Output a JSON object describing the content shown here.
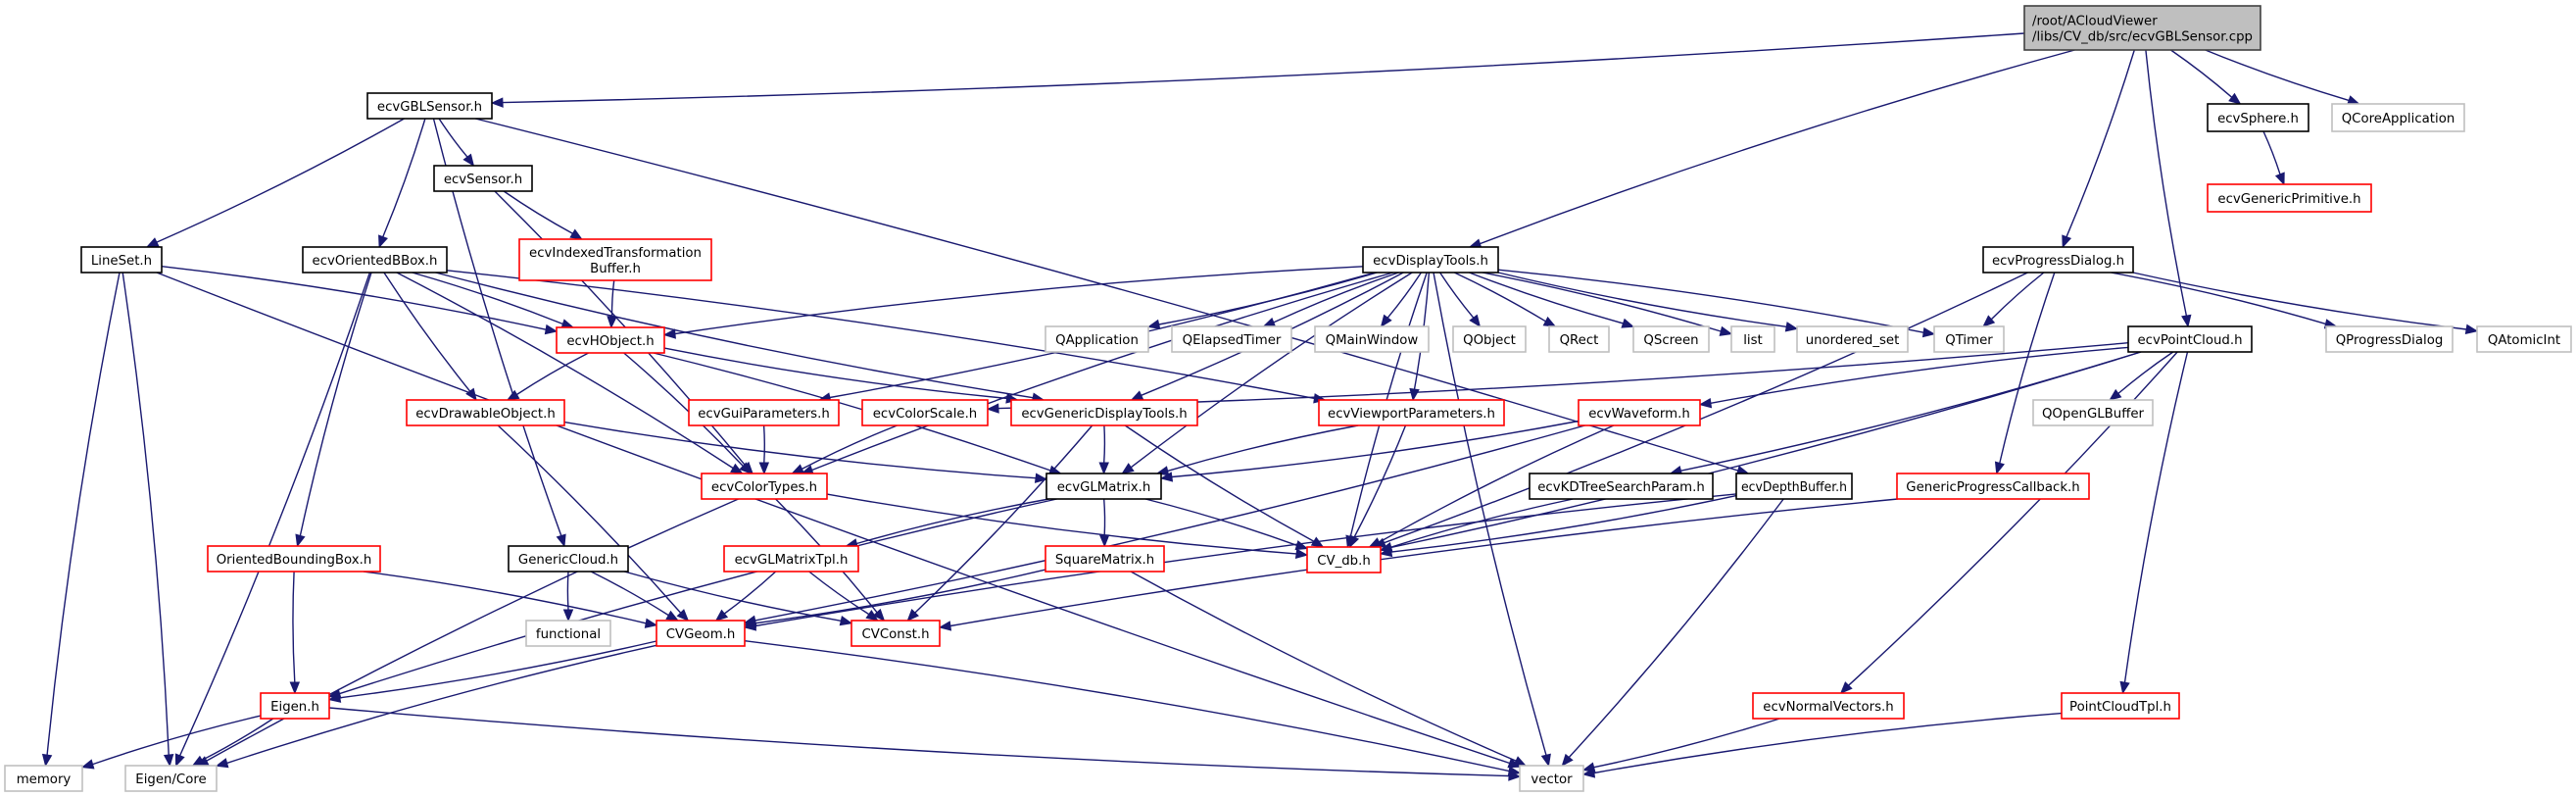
{
  "title": "Include dependency graph for ecvGBLSensor.cpp",
  "colors": {
    "edge": "#191970",
    "root_fill": "#bfbfbf",
    "root_border": "#404040",
    "documented_border": "#000000",
    "truncated_border": "#ff0000",
    "external_border": "#bfbfbf",
    "node_fill": "#ffffff"
  },
  "nodes": [
    {
      "id": "root",
      "label": [
        "/root/ACloudViewer",
        "/libs/CV_db/src/ecvGBLSensor.cpp"
      ],
      "kind": "root"
    },
    {
      "id": "ecvGBLSensor",
      "label": [
        "ecvGBLSensor.h"
      ],
      "kind": "documented"
    },
    {
      "id": "ecvSensor",
      "label": [
        "ecvSensor.h"
      ],
      "kind": "documented"
    },
    {
      "id": "LineSet",
      "label": [
        "LineSet.h"
      ],
      "kind": "documented"
    },
    {
      "id": "ecvOrientedBBox",
      "label": [
        "ecvOrientedBBox.h"
      ],
      "kind": "documented"
    },
    {
      "id": "ecvIndexedTransformationBuffer",
      "label": [
        "ecvIndexedTransformation",
        "Buffer.h"
      ],
      "kind": "truncated"
    },
    {
      "id": "ecvHObject",
      "label": [
        "ecvHObject.h"
      ],
      "kind": "truncated"
    },
    {
      "id": "ecvDrawableObject",
      "label": [
        "ecvDrawableObject.h"
      ],
      "kind": "truncated"
    },
    {
      "id": "ecvColorTypes",
      "label": [
        "ecvColorTypes.h"
      ],
      "kind": "truncated"
    },
    {
      "id": "ecvDisplayTools",
      "label": [
        "ecvDisplayTools.h"
      ],
      "kind": "documented"
    },
    {
      "id": "QApplication",
      "label": [
        "QApplication"
      ],
      "kind": "external"
    },
    {
      "id": "QElapsedTimer",
      "label": [
        "QElapsedTimer"
      ],
      "kind": "external"
    },
    {
      "id": "QMainWindow",
      "label": [
        "QMainWindow"
      ],
      "kind": "external"
    },
    {
      "id": "QObject",
      "label": [
        "QObject"
      ],
      "kind": "external"
    },
    {
      "id": "QRect",
      "label": [
        "QRect"
      ],
      "kind": "external"
    },
    {
      "id": "QScreen",
      "label": [
        "QScreen"
      ],
      "kind": "external"
    },
    {
      "id": "list",
      "label": [
        "list"
      ],
      "kind": "external"
    },
    {
      "id": "unordered_set",
      "label": [
        "unordered_set"
      ],
      "kind": "external"
    },
    {
      "id": "QTimer",
      "label": [
        "QTimer"
      ],
      "kind": "external"
    },
    {
      "id": "ecvGuiParameters",
      "label": [
        "ecvGuiParameters.h"
      ],
      "kind": "truncated"
    },
    {
      "id": "ecvColorScale",
      "label": [
        "ecvColorScale.h"
      ],
      "kind": "truncated"
    },
    {
      "id": "ecvGenericDisplayTools",
      "label": [
        "ecvGenericDisplayTools.h"
      ],
      "kind": "truncated"
    },
    {
      "id": "ecvViewportParameters",
      "label": [
        "ecvViewportParameters.h"
      ],
      "kind": "truncated"
    },
    {
      "id": "ecvGLMatrix",
      "label": [
        "ecvGLMatrix.h"
      ],
      "kind": "documented"
    },
    {
      "id": "ecvWaveform",
      "label": [
        "ecvWaveform.h"
      ],
      "kind": "truncated"
    },
    {
      "id": "ecvKDTreeSearchParam",
      "label": [
        "ecvKDTreeSearchParam.h"
      ],
      "kind": "documented"
    },
    {
      "id": "ecvDepthBuffer",
      "label": [
        "ecvDepthBuffer.h"
      ],
      "kind": "documented"
    },
    {
      "id": "CV_db",
      "label": [
        "CV_db.h"
      ],
      "kind": "truncated"
    },
    {
      "id": "ecvProgressDialog",
      "label": [
        "ecvProgressDialog.h"
      ],
      "kind": "documented"
    },
    {
      "id": "QProgressDialog",
      "label": [
        "QProgressDialog"
      ],
      "kind": "external"
    },
    {
      "id": "QAtomicInt",
      "label": [
        "QAtomicInt"
      ],
      "kind": "external"
    },
    {
      "id": "ecvPointCloud",
      "label": [
        "ecvPointCloud.h"
      ],
      "kind": "documented"
    },
    {
      "id": "QOpenGLBuffer",
      "label": [
        "QOpenGLBuffer"
      ],
      "kind": "external"
    },
    {
      "id": "GenericProgressCallback",
      "label": [
        "GenericProgressCallback.h"
      ],
      "kind": "truncated"
    },
    {
      "id": "ecvSphere",
      "label": [
        "ecvSphere.h"
      ],
      "kind": "documented"
    },
    {
      "id": "ecvGenericPrimitive",
      "label": [
        "ecvGenericPrimitive.h"
      ],
      "kind": "truncated"
    },
    {
      "id": "QCoreApplication",
      "label": [
        "QCoreApplication"
      ],
      "kind": "external"
    },
    {
      "id": "GenericCloud",
      "label": [
        "GenericCloud.h"
      ],
      "kind": "documented"
    },
    {
      "id": "functional",
      "label": [
        "functional"
      ],
      "kind": "external"
    },
    {
      "id": "OrientedBoundingBox",
      "label": [
        "OrientedBoundingBox.h"
      ],
      "kind": "truncated"
    },
    {
      "id": "ecvGLMatrixTpl",
      "label": [
        "ecvGLMatrixTpl.h"
      ],
      "kind": "truncated"
    },
    {
      "id": "SquareMatrix",
      "label": [
        "SquareMatrix.h"
      ],
      "kind": "truncated"
    },
    {
      "id": "CVGeom",
      "label": [
        "CVGeom.h"
      ],
      "kind": "truncated"
    },
    {
      "id": "CVConst",
      "label": [
        "CVConst.h"
      ],
      "kind": "truncated"
    },
    {
      "id": "Eigen",
      "label": [
        "Eigen.h"
      ],
      "kind": "truncated"
    },
    {
      "id": "memory",
      "label": [
        "memory"
      ],
      "kind": "external"
    },
    {
      "id": "EigenCore",
      "label": [
        "Eigen/Core"
      ],
      "kind": "external"
    },
    {
      "id": "vector",
      "label": [
        "vector"
      ],
      "kind": "external"
    },
    {
      "id": "ecvNormalVectors",
      "label": [
        "ecvNormalVectors.h"
      ],
      "kind": "truncated"
    },
    {
      "id": "PointCloudTpl",
      "label": [
        "PointCloudTpl.h"
      ],
      "kind": "truncated"
    }
  ],
  "edges": [
    [
      "root",
      "ecvGBLSensor"
    ],
    [
      "root",
      "ecvDisplayTools"
    ],
    [
      "root",
      "ecvProgressDialog"
    ],
    [
      "root",
      "ecvPointCloud"
    ],
    [
      "root",
      "ecvSphere"
    ],
    [
      "root",
      "QCoreApplication"
    ],
    [
      "ecvGBLSensor",
      "LineSet"
    ],
    [
      "ecvGBLSensor",
      "GenericCloud"
    ],
    [
      "ecvGBLSensor",
      "ecvOrientedBBox"
    ],
    [
      "ecvGBLSensor",
      "ecvSensor"
    ],
    [
      "ecvGBLSensor",
      "ecvDepthBuffer"
    ],
    [
      "ecvSensor",
      "ecvIndexedTransformationBuffer"
    ],
    [
      "ecvSensor",
      "ecvColorTypes"
    ],
    [
      "ecvIndexedTransformationBuffer",
      "ecvHObject"
    ],
    [
      "LineSet",
      "ecvHObject"
    ],
    [
      "LineSet",
      "memory"
    ],
    [
      "LineSet",
      "EigenCore"
    ],
    [
      "LineSet",
      "vector"
    ],
    [
      "ecvOrientedBBox",
      "ecvHObject"
    ],
    [
      "ecvOrientedBBox",
      "ecvDrawableObject"
    ],
    [
      "ecvOrientedBBox",
      "ecvColorTypes"
    ],
    [
      "ecvOrientedBBox",
      "OrientedBoundingBox"
    ],
    [
      "ecvOrientedBBox",
      "EigenCore"
    ],
    [
      "ecvOrientedBBox",
      "ecvGenericDisplayTools"
    ],
    [
      "ecvOrientedBBox",
      "ecvViewportParameters"
    ],
    [
      "ecvHObject",
      "ecvDrawableObject"
    ],
    [
      "ecvHObject",
      "ecvColorTypes"
    ],
    [
      "ecvHObject",
      "ecvGenericDisplayTools"
    ],
    [
      "ecvHObject",
      "ecvGLMatrix"
    ],
    [
      "ecvDrawableObject",
      "ecvGLMatrix"
    ],
    [
      "ecvDrawableObject",
      "CVGeom"
    ],
    [
      "ecvDisplayTools",
      "ecvHObject"
    ],
    [
      "ecvDisplayTools",
      "QApplication"
    ],
    [
      "ecvDisplayTools",
      "QElapsedTimer"
    ],
    [
      "ecvDisplayTools",
      "QMainWindow"
    ],
    [
      "ecvDisplayTools",
      "QObject"
    ],
    [
      "ecvDisplayTools",
      "QRect"
    ],
    [
      "ecvDisplayTools",
      "QScreen"
    ],
    [
      "ecvDisplayTools",
      "list"
    ],
    [
      "ecvDisplayTools",
      "unordered_set"
    ],
    [
      "ecvDisplayTools",
      "QTimer"
    ],
    [
      "ecvDisplayTools",
      "vector"
    ],
    [
      "ecvDisplayTools",
      "ecvGuiParameters"
    ],
    [
      "ecvDisplayTools",
      "ecvColorTypes"
    ],
    [
      "ecvDisplayTools",
      "ecvGenericDisplayTools"
    ],
    [
      "ecvDisplayTools",
      "ecvGLMatrix"
    ],
    [
      "ecvDisplayTools",
      "ecvViewportParameters"
    ],
    [
      "ecvDisplayTools",
      "CV_db"
    ],
    [
      "ecvGuiParameters",
      "ecvColorTypes"
    ],
    [
      "ecvColorScale",
      "ecvColorTypes"
    ],
    [
      "ecvGenericDisplayTools",
      "ecvGLMatrix"
    ],
    [
      "ecvGenericDisplayTools",
      "CV_db"
    ],
    [
      "ecvGenericDisplayTools",
      "CVConst"
    ],
    [
      "ecvViewportParameters",
      "ecvGLMatrix"
    ],
    [
      "ecvViewportParameters",
      "CV_db"
    ],
    [
      "ecvColorTypes",
      "CV_db"
    ],
    [
      "ecvColorTypes",
      "CVConst"
    ],
    [
      "ecvColorTypes",
      "EigenCore"
    ],
    [
      "ecvGLMatrix",
      "CV_db"
    ],
    [
      "ecvGLMatrix",
      "ecvGLMatrixTpl"
    ],
    [
      "ecvGLMatrix",
      "SquareMatrix"
    ],
    [
      "ecvGLMatrix",
      "Eigen"
    ],
    [
      "ecvWaveform",
      "ecvGLMatrix"
    ],
    [
      "ecvWaveform",
      "CV_db"
    ],
    [
      "ecvWaveform",
      "CVGeom"
    ],
    [
      "ecvKDTreeSearchParam",
      "CV_db"
    ],
    [
      "ecvDepthBuffer",
      "CV_db"
    ],
    [
      "ecvDepthBuffer",
      "CVGeom"
    ],
    [
      "ecvDepthBuffer",
      "vector"
    ],
    [
      "ecvProgressDialog",
      "QTimer"
    ],
    [
      "ecvProgressDialog",
      "QProgressDialog"
    ],
    [
      "ecvProgressDialog",
      "QAtomicInt"
    ],
    [
      "ecvProgressDialog",
      "CV_db"
    ],
    [
      "ecvProgressDialog",
      "GenericProgressCallback"
    ],
    [
      "ecvPointCloud",
      "ecvColorScale"
    ],
    [
      "ecvPointCloud",
      "ecvWaveform"
    ],
    [
      "ecvPointCloud",
      "ecvKDTreeSearchParam"
    ],
    [
      "ecvPointCloud",
      "QOpenGLBuffer"
    ],
    [
      "ecvPointCloud",
      "ecvNormalVectors"
    ],
    [
      "ecvPointCloud",
      "PointCloudTpl"
    ],
    [
      "ecvPointCloud",
      "CV_db"
    ],
    [
      "GenericProgressCallback",
      "CVConst"
    ],
    [
      "ecvSphere",
      "ecvGenericPrimitive"
    ],
    [
      "GenericCloud",
      "functional"
    ],
    [
      "GenericCloud",
      "CVGeom"
    ],
    [
      "GenericCloud",
      "CVConst"
    ],
    [
      "OrientedBoundingBox",
      "CVGeom"
    ],
    [
      "OrientedBoundingBox",
      "Eigen"
    ],
    [
      "ecvGLMatrixTpl",
      "CVGeom"
    ],
    [
      "ecvGLMatrixTpl",
      "CVConst"
    ],
    [
      "SquareMatrix",
      "CVGeom"
    ],
    [
      "SquareMatrix",
      "vector"
    ],
    [
      "CVGeom",
      "Eigen"
    ],
    [
      "CVGeom",
      "EigenCore"
    ],
    [
      "CVGeom",
      "vector"
    ],
    [
      "Eigen",
      "memory"
    ],
    [
      "Eigen",
      "EigenCore"
    ],
    [
      "Eigen",
      "vector"
    ],
    [
      "ecvNormalVectors",
      "vector"
    ],
    [
      "PointCloudTpl",
      "vector"
    ]
  ]
}
